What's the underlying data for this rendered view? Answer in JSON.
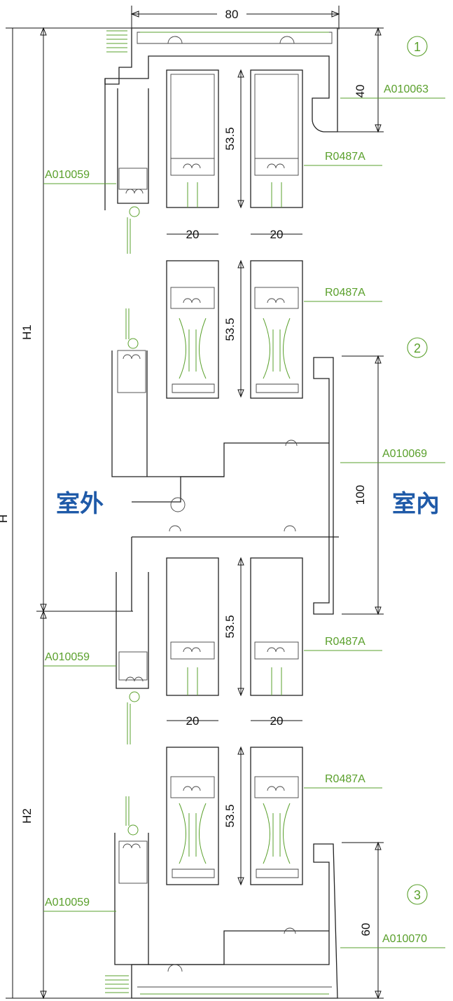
{
  "dimensions": {
    "top_width": "80",
    "bottom_space": "40",
    "sash_height": "53.5",
    "sash_width": "20",
    "mid_height": "100",
    "bottom_height": "60",
    "h1": "H1",
    "h2": "H2",
    "total": "H"
  },
  "parts": {
    "a010063": "A010063",
    "r0487a": "R0487A",
    "a010059": "A010059",
    "a010069": "A010069",
    "a010070": "A010070"
  },
  "sections": {
    "s1": "1",
    "s2": "2",
    "s3": "3"
  },
  "labels": {
    "outside": "室外",
    "inside": "室內"
  },
  "colors": {
    "line": "#222222",
    "leader": "#5aa02c",
    "room_text": "#1f5aa8"
  }
}
